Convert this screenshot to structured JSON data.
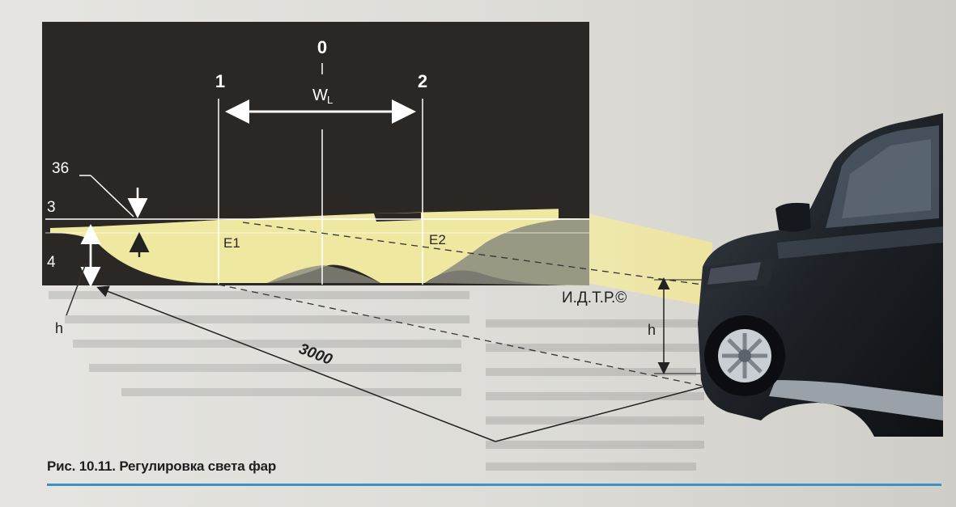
{
  "caption": "Рис. 10.11. Регулировка света фар",
  "labels": {
    "center_line": "0",
    "line_left": "1",
    "line_right": "2",
    "width_symbol": "W",
    "width_subscript": "L",
    "height_offset": "36",
    "level_upper": "3",
    "level_lower": "4",
    "point_left": "E1",
    "point_right": "E2",
    "headlamp_height_left": "h",
    "headlamp_height_right": "h",
    "distance": "3000",
    "watermark": "И.Д.Т.Р.©"
  },
  "colors": {
    "screen": "#2b2725",
    "beam": "#efe8a0",
    "beam_shadow": "#8a8a7e",
    "lines": "#ffffff",
    "car_body": "#1d2126",
    "caption_rule": "#3f8fc9"
  }
}
